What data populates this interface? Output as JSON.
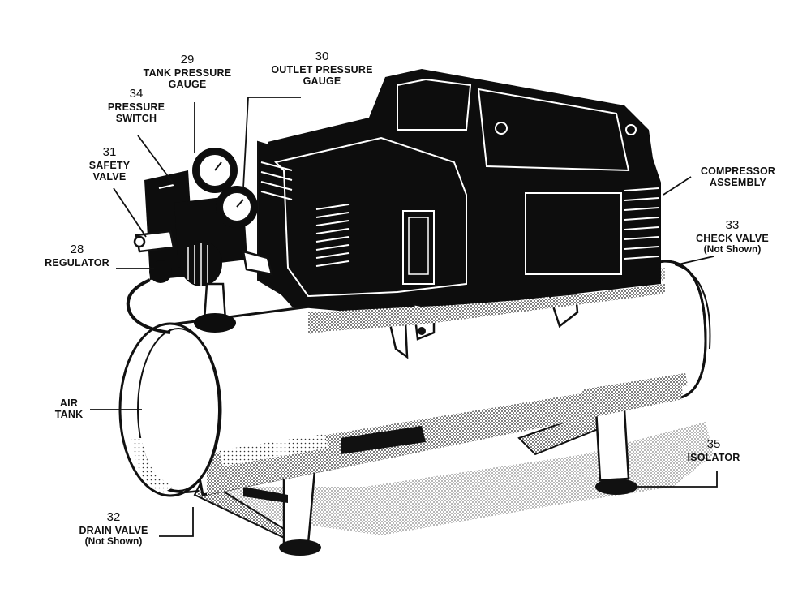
{
  "colors": {
    "ink": "#111111",
    "body": "#0d0d0d",
    "paper": "#ffffff",
    "shade": "#9a9a9a"
  },
  "labels": {
    "tank_gauge": {
      "number": "29",
      "line1": "TANK PRESSURE",
      "line2": "GAUGE"
    },
    "outlet_gauge": {
      "number": "30",
      "line1": "OUTLET PRESSURE",
      "line2": "GAUGE"
    },
    "pressure_switch": {
      "number": "34",
      "line1": "PRESSURE",
      "line2": "SWITCH"
    },
    "safety_valve": {
      "number": "31",
      "line1": "SAFETY",
      "line2": "VALVE"
    },
    "regulator": {
      "number": "28",
      "line1": "REGULATOR"
    },
    "compressor": {
      "line1": "COMPRESSOR",
      "line2": "ASSEMBLY"
    },
    "check_valve": {
      "number": "33",
      "line1": "CHECK VALVE",
      "line2": "(Not Shown)"
    },
    "air_tank": {
      "line1": "AIR",
      "line2": "TANK"
    },
    "isolator": {
      "number": "35",
      "line1": "ISOLATOR"
    },
    "drain_valve": {
      "number": "32",
      "line1": "DRAIN VALVE",
      "line2": "(Not Shown)"
    }
  }
}
